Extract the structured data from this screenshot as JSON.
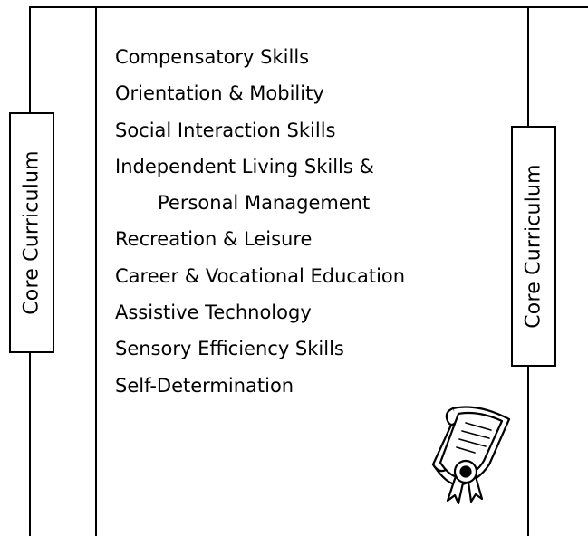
{
  "side_label_left": "Core Curriculum",
  "side_label_right": "Core Curriculum",
  "skills": [
    "Compensatory Skills",
    "Orientation & Mobility",
    "Social Interaction Skills",
    "Independent Living Skills &",
    "Personal Management",
    "Recreation & Leisure",
    "Career & Vocational Education",
    "Assistive Technology",
    "Sensory Efficiency Skills",
    "Self-Determination"
  ],
  "icons": {
    "diploma": "diploma-icon"
  },
  "colors": {
    "line": "#000000",
    "background": "#ffffff"
  }
}
